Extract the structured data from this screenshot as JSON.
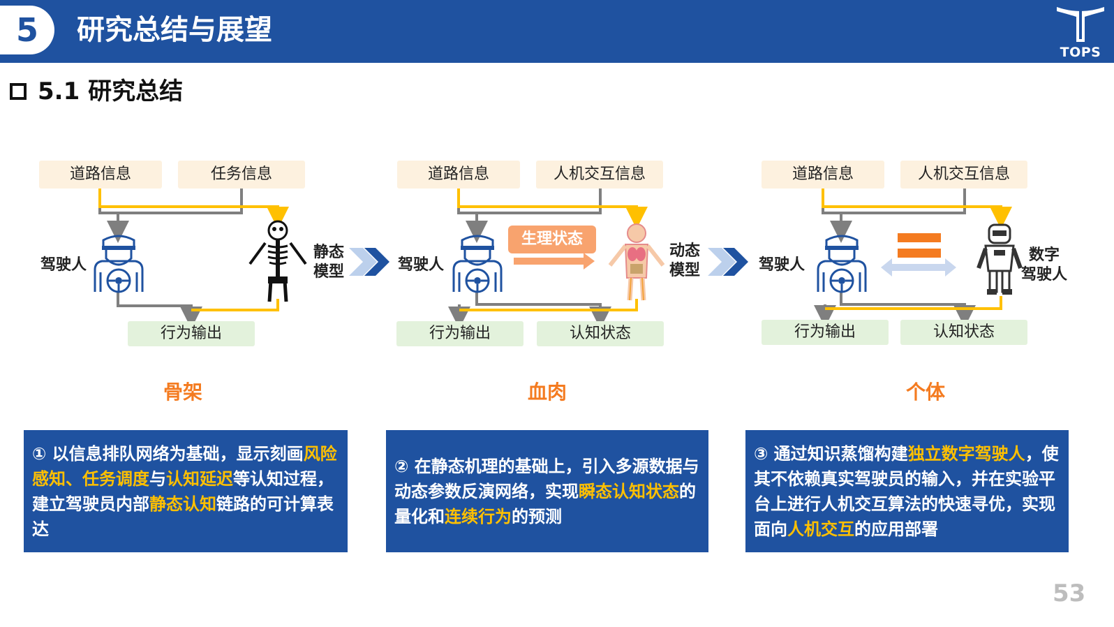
{
  "header": {
    "section_number": "5",
    "title": "研究总结与展望",
    "logo_text": "TOPS"
  },
  "subtitle": "5.1 研究总结",
  "panels": [
    {
      "inputs": [
        "道路信息",
        "任务信息"
      ],
      "driver_label": "驾驶人",
      "model_label": "静态\n模型",
      "outputs": [
        "行为输出"
      ],
      "stage_label": "骨架"
    },
    {
      "inputs": [
        "道路信息",
        "人机交互信息"
      ],
      "driver_label": "驾驶人",
      "physio_label": "生理状态",
      "model_label": "动态\n模型",
      "outputs": [
        "行为输出",
        "认知状态"
      ],
      "stage_label": "血肉"
    },
    {
      "inputs": [
        "道路信息",
        "人机交互信息"
      ],
      "driver_label": "驾驶人",
      "model_label": "数字\n驾驶人",
      "outputs": [
        "行为输出",
        "认知状态"
      ],
      "stage_label": "个体"
    }
  ],
  "descriptions": [
    {
      "parts": [
        {
          "t": "① 以信息排队网络为基础，显示刻画",
          "h": false
        },
        {
          "t": "风险感知、任务调度",
          "h": true
        },
        {
          "t": "与",
          "h": false
        },
        {
          "t": "认知延迟",
          "h": true
        },
        {
          "t": "等认知过程，建立驾驶员内部",
          "h": false
        },
        {
          "t": "静态认知",
          "h": true
        },
        {
          "t": "链路的可计算表达",
          "h": false
        }
      ]
    },
    {
      "parts": [
        {
          "t": "② 在静态机理的基础上，引入多源数据与动态参数反演网络，实现",
          "h": false
        },
        {
          "t": "瞬态认知状态",
          "h": true
        },
        {
          "t": "的量化和",
          "h": false
        },
        {
          "t": "连续行为",
          "h": true
        },
        {
          "t": "的预测",
          "h": false
        }
      ]
    },
    {
      "parts": [
        {
          "t": "③ 通过知识蒸馏构建",
          "h": false
        },
        {
          "t": "独立数字驾驶人",
          "h": true
        },
        {
          "t": "，使其不依赖真实驾驶员的输入，并在实验平台上进行人机交互算法的快速寻优，实现面向",
          "h": false
        },
        {
          "t": "人机交互",
          "h": true
        },
        {
          "t": "的应用部署",
          "h": false
        }
      ]
    }
  ],
  "page_number": "53",
  "colors": {
    "header_blue": "#1f52a0",
    "accent_orange": "#f47b20",
    "highlight_yellow": "#ffc000",
    "line_gray": "#7f7f7f",
    "line_yellow": "#ffc000",
    "input_bg": "#fdf1df",
    "output_bg": "#e3f2dc"
  },
  "icons": [
    "driver-icon",
    "skeleton-icon",
    "anatomy-icon",
    "robot-icon",
    "chevron-arrow-icon",
    "equals-icon",
    "double-arrow-icon",
    "right-arrow-icon"
  ]
}
